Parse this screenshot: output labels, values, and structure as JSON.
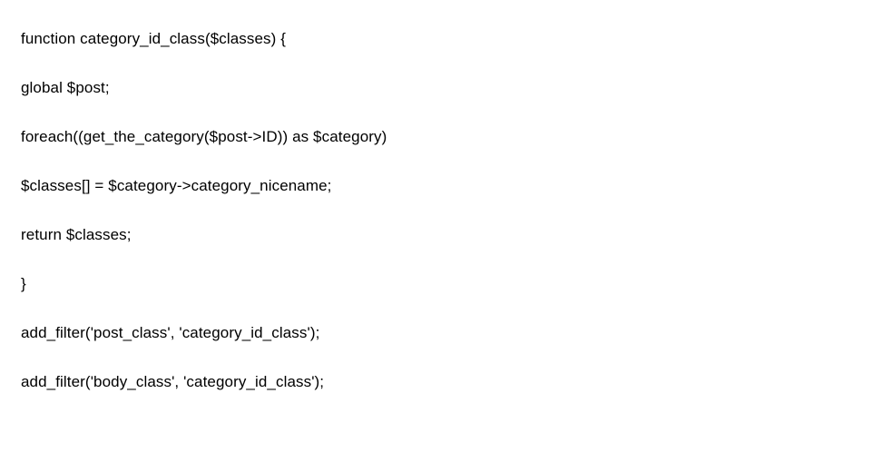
{
  "document": {
    "background_color": "#ffffff",
    "text_color": "#000000",
    "lines": [
      "function category_id_class($classes) {",
      "global $post;",
      "foreach((get_the_category($post->ID)) as $category)",
      "$classes[] = $category->category_nicename;",
      "return $classes;",
      "}",
      "add_filter('post_class', 'category_id_class');",
      "add_filter('body_class', 'category_id_class');"
    ]
  }
}
